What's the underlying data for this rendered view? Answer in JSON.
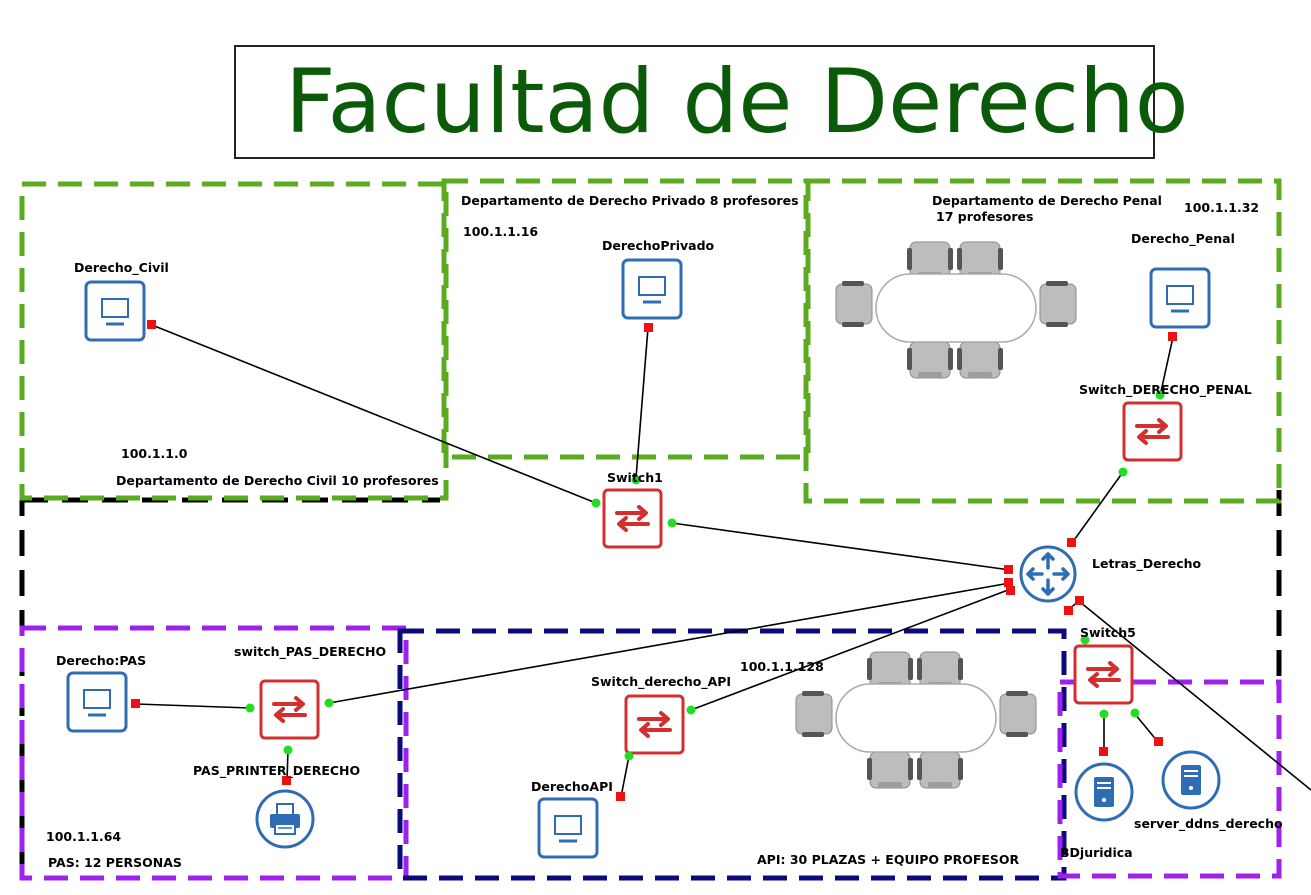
{
  "title": "Facultad de Derecho",
  "zones": {
    "civil": {
      "name": "Departamento de Derecho Civil 10 profesores",
      "net": "100.1.1.0"
    },
    "privado": {
      "name": "Departamento de Derecho Privado 8 profesores",
      "net": "100.1.1.16"
    },
    "penal": {
      "name_line1": "Departamento de Derecho Penal",
      "name_line2": "17 profesores",
      "net": "100.1.1.32"
    },
    "pas": {
      "net": "100.1.1.64",
      "desc": "PAS: 12 PERSONAS"
    },
    "api": {
      "net": "100.1.1.128",
      "desc": "API: 30 PLAZAS + EQUIPO PROFESOR"
    },
    "servers": {}
  },
  "devices": {
    "derecho_civil": "Derecho_Civil",
    "derecho_privado": "DerechoPrivado",
    "derecho_penal": "Derecho_Penal",
    "switch1": "Switch1",
    "switch_penal": "Switch_DERECHO_PENAL",
    "router": "Letras_Derecho",
    "switch5": "Switch5",
    "derecho_pas": "Derecho:PAS",
    "switch_pas": "switch_PAS_DERECHO",
    "pas_printer": "PAS_PRINTER_DERECHO",
    "switch_api": "Switch_derecho_API",
    "derecho_api": "DerechoAPI",
    "bdjuridica": "BDjuridica",
    "server_ddns": "server_ddns_derecho"
  },
  "colors": {
    "title": "#0a5a0a",
    "zone_green": "#5aab1e",
    "zone_purple": "#a020f0",
    "zone_navy": "#0a0a7a",
    "pc_blue": "#2e6cb5",
    "switch_red": "#d32f2f",
    "port_up": "#22dd22",
    "port_down": "#ee1111"
  }
}
